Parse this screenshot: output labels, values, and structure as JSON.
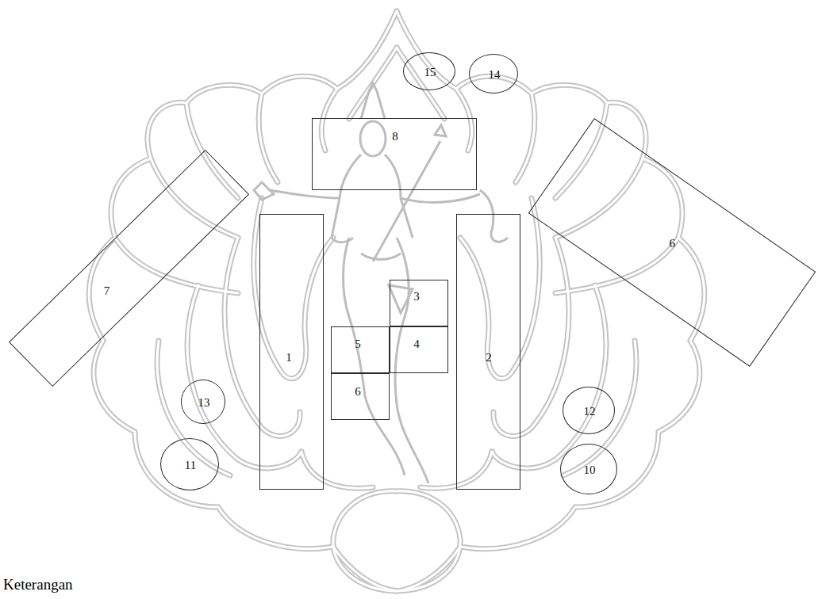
{
  "diagram": {
    "nodes": [
      {
        "text": [
          "15"
        ]
      },
      {
        "text": [
          "14"
        ]
      },
      {
        "text": [
          "8"
        ]
      },
      {
        "text": [
          "6"
        ]
      },
      {
        "text": [
          "7"
        ]
      },
      {
        "text": [
          "1"
        ]
      },
      {
        "text": [
          "2"
        ]
      },
      {
        "text": [
          "3"
        ]
      },
      {
        "text": [
          "5"
        ]
      },
      {
        "text": [
          "4"
        ]
      },
      {
        "text": [
          "6"
        ]
      },
      {
        "text": [
          "13"
        ]
      },
      {
        "text": [
          "12"
        ]
      },
      {
        "text": [
          "11"
        ]
      },
      {
        "text": [
          "10"
        ]
      }
    ],
    "labels": [
      "Keterangan"
    ]
  }
}
